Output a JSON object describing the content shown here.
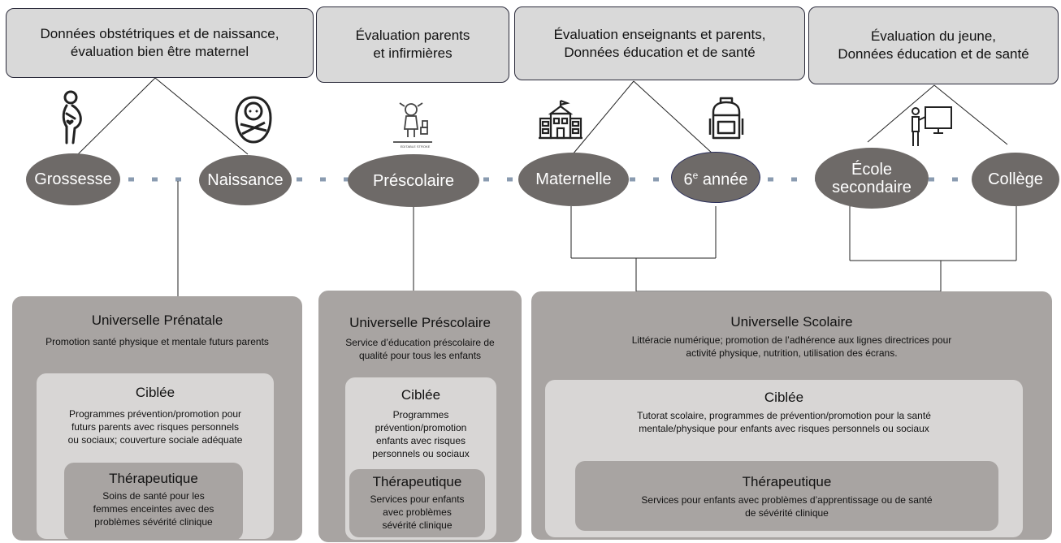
{
  "assessments": [
    "Données obstétriques et de naissance,\névaluation bien être maternel",
    "Évaluation parents\net infirmières",
    "Évaluation enseignants et parents,\nDonnées éducation et de santé",
    "Évaluation du jeune,\nDonnées éducation et de santé"
  ],
  "stages": {
    "grossesse": "Grossesse",
    "naissance": "Naissance",
    "prescolaire": "Préscolaire",
    "maternelle": "Maternelle",
    "sixieme_num": "6",
    "sixieme_sup": "e",
    "sixieme_word": " année",
    "ecole_secondaire": "École\nsecondaire",
    "college": "Collège"
  },
  "icon_caption": "EDITABLE STROKE",
  "panels": {
    "prenatal": {
      "universal_title": "Universelle Prénatale",
      "universal_desc": "Promotion santé physique et mentale futurs parents",
      "targeted_title": "Ciblée",
      "targeted_desc": "Programmes prévention/promotion pour\nfuturs parents avec risques personnels\nou sociaux; couverture sociale adéquate",
      "therapeutic_title": "Thérapeutique",
      "therapeutic_desc": "Soins de santé pour les\nfemmes enceintes avec des\nproblèmes sévérité clinique"
    },
    "preschool": {
      "universal_title": "Universelle Préscolaire",
      "universal_desc": "Service d’éducation préscolaire de\nqualité pour tous les enfants",
      "targeted_title": "Ciblée",
      "targeted_desc": "Programmes\nprévention/promotion\nenfants avec risques\npersonnels ou sociaux",
      "therapeutic_title": "Thérapeutique",
      "therapeutic_desc": "Services pour enfants\navec problèmes\nsévérité clinique"
    },
    "school": {
      "universal_title": "Universelle Scolaire",
      "universal_desc": "Littéracie numérique; promotion de l’adhérence aux lignes directrices pour\nactivité physique, nutrition, utilisation des écrans.",
      "targeted_title": "Ciblée",
      "targeted_desc": "Tutorat scolaire, programmes de prévention/promotion pour la santé\nmentale/physique pour enfants avec risques personnels ou sociaux",
      "therapeutic_title": "Thérapeutique",
      "therapeutic_desc": "Services pour enfants avec problèmes d’apprentissage ou de santé\nde sévérité clinique"
    }
  },
  "colors": {
    "stage_fill": "#6e6a68",
    "dot_line": "#8a9bb0",
    "panel_dark": "#a8a4a2",
    "panel_light": "#d8d6d5",
    "box_fill": "#d9d9d9"
  }
}
